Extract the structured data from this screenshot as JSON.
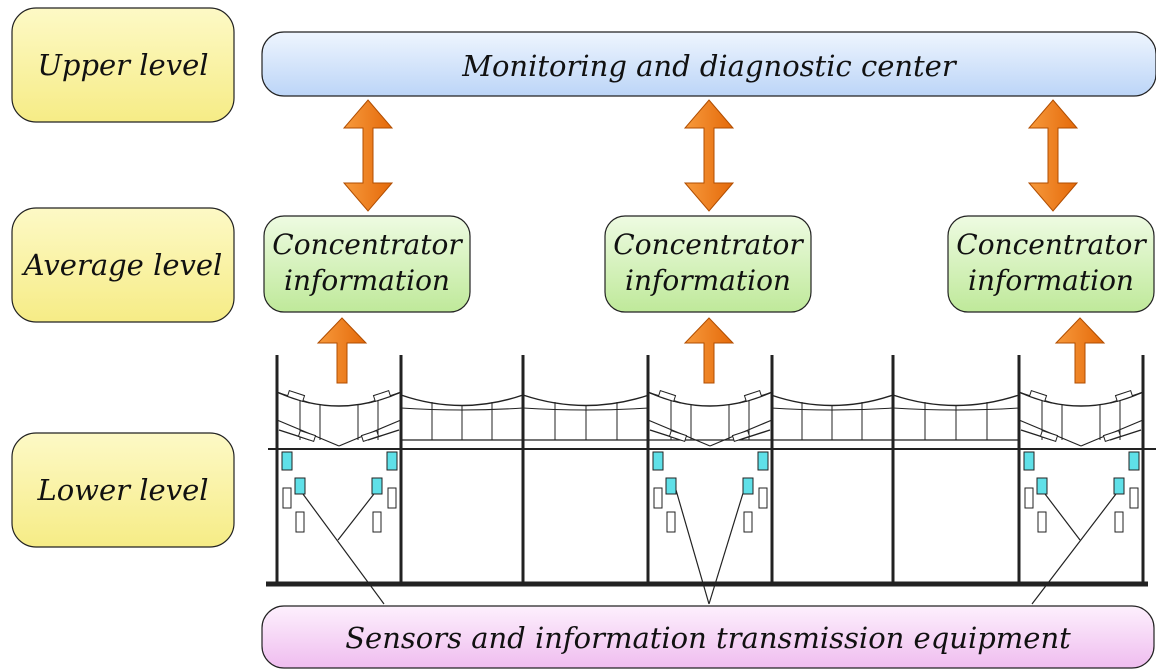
{
  "levels": {
    "upper": "Upper level",
    "average": "Average level",
    "lower": "Lower level"
  },
  "monitoring_center": "Monitoring and diagnostic center",
  "concentrators": [
    {
      "line1": "Concentrator",
      "line2": "information"
    },
    {
      "line1": "Concentrator",
      "line2": "information"
    },
    {
      "line1": "Concentrator",
      "line2": "information"
    }
  ],
  "sensors_equipment": "Sensors and information transmission equipment",
  "colors": {
    "level_box": "#fbf5a8",
    "monitoring_box": "#d6e6fb",
    "concentrator_box": "#d7f3b8",
    "sensors_box": "#f7d6f7",
    "arrow": "#f07a16",
    "sensor_cyan": "#5fe0e8"
  },
  "icons": {
    "bidirectional_arrow": "double-headed-arrow-icon",
    "up_arrow": "up-arrow-icon"
  }
}
